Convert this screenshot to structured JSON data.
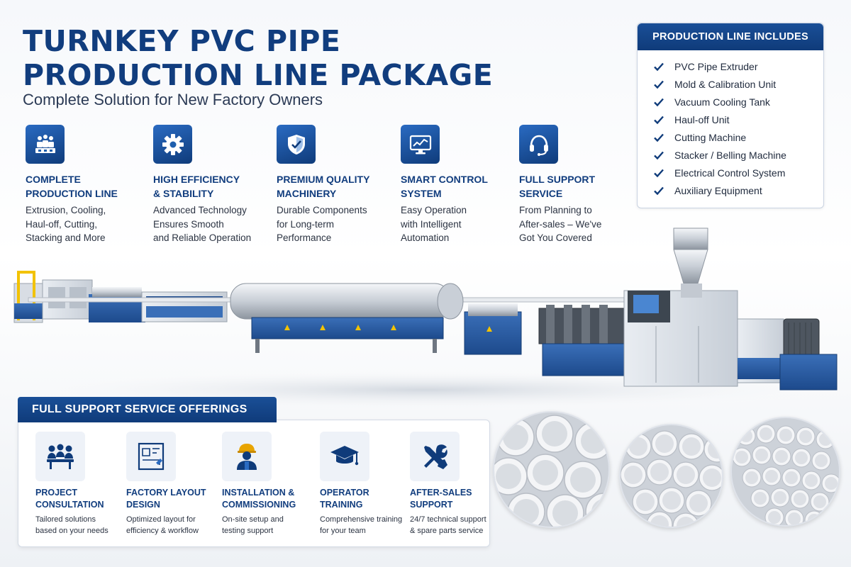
{
  "header": {
    "title_line1": "TURNKEY PVC PIPE",
    "title_line2": "PRODUCTION LINE PACKAGE",
    "subtitle": "Complete Solution for New Factory Owners"
  },
  "features": [
    {
      "icon": "factory-workers-icon",
      "title": "Complete\nProduction Line",
      "desc": "Extrusion, Cooling,\nHaul-off, Cutting,\nStacking and More"
    },
    {
      "icon": "gear-icon",
      "title": "High Efficiency\n& Stability",
      "desc": "Advanced Technology\nEnsures Smooth\nand Reliable Operation"
    },
    {
      "icon": "shield-check-icon",
      "title": "Premium Quality\nMachinery",
      "desc": "Durable Components\nfor Long-term\nPerformance"
    },
    {
      "icon": "monitor-chart-icon",
      "title": "Smart Control\nSystem",
      "desc": "Easy Operation\nwith Intelligent\nAutomation"
    },
    {
      "icon": "headset-icon",
      "title": "Full Support\nService",
      "desc": "From Planning to\nAfter-sales – We've\nGot You Covered"
    }
  ],
  "includes": {
    "title": "PRODUCTION LINE INCLUDES",
    "items": [
      "PVC Pipe Extruder",
      "Mold & Calibration Unit",
      "Vacuum Cooling Tank",
      "Haul-off Unit",
      "Cutting Machine",
      "Stacker / Belling Machine",
      "Electrical Control System",
      "Auxiliary Equipment"
    ]
  },
  "support": {
    "title": "FULL SUPPORT SERVICE OFFERINGS",
    "offers": [
      {
        "icon": "meeting-icon",
        "title": "Project\nConsultation",
        "desc": "Tailored solutions\nbased on your needs"
      },
      {
        "icon": "blueprint-icon",
        "title": "Factory Layout\nDesign",
        "desc": "Optimized layout for\nefficiency & workflow"
      },
      {
        "icon": "engineer-icon",
        "title": "Installation &\nCommissioning",
        "desc": "On-site setup and\ntesting support"
      },
      {
        "icon": "graduation-cap-icon",
        "title": "Operator\nTraining",
        "desc": "Comprehensive training\nfor your team"
      },
      {
        "icon": "tools-icon",
        "title": "After-sales\nSupport",
        "desc": "24/7 technical support\n& spare parts service"
      }
    ]
  },
  "colors": {
    "navy": "#0f3b7a",
    "accent_blue": "#1f5fae",
    "text_dark": "#1c2a44"
  }
}
